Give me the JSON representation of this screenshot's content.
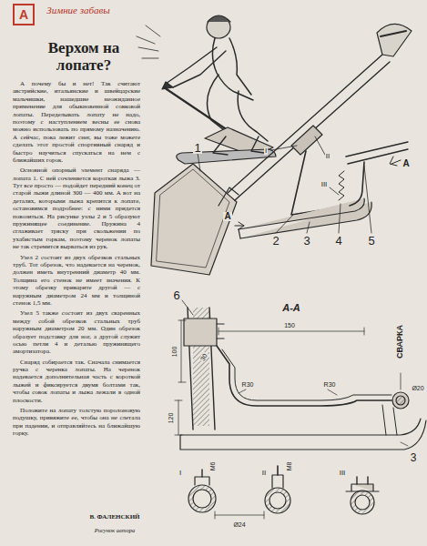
{
  "diagram": {
    "title": "Верхом на лопате?",
    "nodes": [
      {
        "text": [
          "А"
        ]
      }
    ],
    "labels": [
      "Зимние забавы",
      "А почему бы и нет! Так считают австрийские, итальянские и швейцарские мальчишки, нашедшие неожиданное применение для обыкновенной совковой лопаты. Переделывать лопату не надо, поэтому с наступлением весны ее снова можно использовать по прямому назначению. А сейчас, пока лежит снег, вы тоже можете сделать этот простой спортивный снаряд и быстро научиться спускаться на нем с ближайших горок.",
      "Основной опорный элемент снаряда — лопата 1. С ней сочленяется короткая лыжа 3. Тут все просто — подойдет передний конец от старой лыжи длиной 300 — 400 мм. А вот на деталях, которыми лыжа крепится к лопате, остановимся подробнее: с ними придется повозиться. На рисунке узлы 2 и 5 образуют пружинящее соединение. Пружина 4 сглаживает тряску при скольжении по ухабистым горкам, поэтому черенок лопаты не так стремится вырваться из рук.",
      "Узел 2 состоит из двух обрезков стальных труб. Тот обрезок, что надевается на черенок, должен иметь внутренний диаметр 40 мм. Толщина его стенок не имеет значения. К этому обрезку приварите другой — с наружным диаметром 24 мм и толщиной стенок 1,5 мм.",
      "Узел 5 также состоит из двух сваренных между собой обрезков стальных труб наружным диаметром 20 мм. Один обрезок образует подставку для ног, а другой служит осью петли 4 и деталью пружинящего амортизатора.",
      "Снаряд собирается так. Сначала снимается ручка с черенка лопаты. На черенок надевается дополнительная часть с короткой лыжей и фиксируется двумя болтами так, чтобы совок лопаты и лыжа лежали в одной плоскости.",
      "Положите на лопату толстую поролоновую подушку, привяжите ее, чтобы она не слетала при падении, и отправляйтесь на ближайшую горку.",
      "В. ФАЛЕНСКИЙ",
      "Рисунок автора",
      "1",
      "2",
      "3",
      "4",
      "5",
      "А",
      "А",
      "I",
      "II",
      "III",
      "6",
      "А-А",
      "100",
      "30",
      "150",
      "R30",
      "R30",
      "120",
      "Ø20",
      "СВАРКА",
      "3",
      "I",
      "II",
      "III",
      "М6",
      "М8",
      "Ø24"
    ]
  }
}
